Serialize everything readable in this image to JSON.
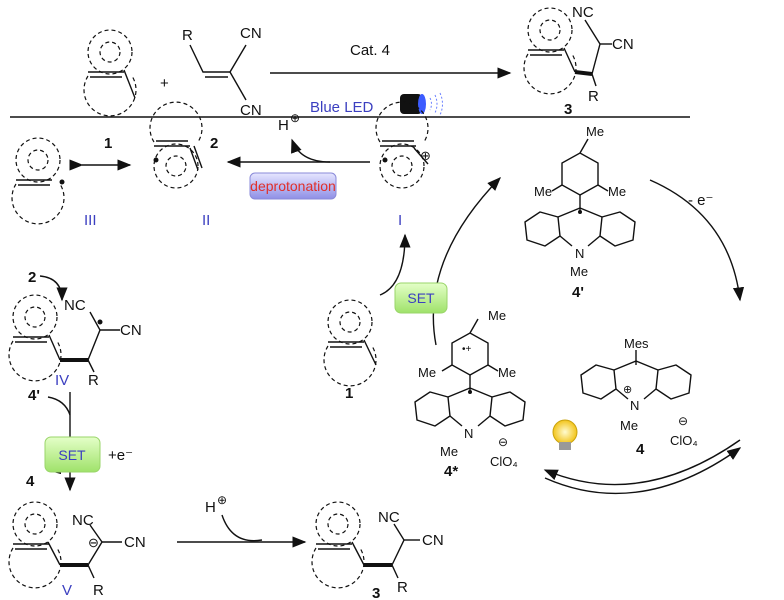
{
  "scheme": {
    "top": {
      "compound_1": "1",
      "plus": "+",
      "compound_2": "2",
      "compound_3": "3",
      "r_2": "R",
      "cn_2a": "CN",
      "cn_2b": "CN",
      "catalyst": "Cat. 4",
      "light": "Blue LED",
      "nc_3": "NC",
      "cn_3": "CN",
      "r_3": "R"
    },
    "cycle": {
      "int_III": "III",
      "int_II": "II",
      "int_I": "I",
      "int_IV": "IV",
      "int_V": "V",
      "proton_1": "H",
      "proton_2": "H",
      "plus_sym": "⊕",
      "minus_sym": "⊖",
      "deprotonation": "deprotonation",
      "set_1": "SET",
      "set_2": "SET",
      "reagent_2": "2",
      "nc_IV": "NC",
      "cn_IV": "CN",
      "r_IV": "R",
      "cat_4prime_left": "4'",
      "cat_4_left": "4",
      "plus_e": "+e⁻",
      "nc_V": "NC",
      "cn_V": "CN",
      "r_V": "R",
      "nc_3b": "NC",
      "cn_3b": "CN",
      "r_3b": "R",
      "compound_3b": "3",
      "compound_1b": "1",
      "me_top_4p": "Me",
      "me_left_4p": "Me",
      "me_right_4p": "Me",
      "n_4p": "N",
      "nme_4p": "Me",
      "label_4p": "4'",
      "minus_e": "- e⁻",
      "mes_4": "Mes",
      "n_4": "N",
      "nme_4": "Me",
      "label_4": "4",
      "clo4_4": "ClO₄",
      "me_top_4s": "Me",
      "me_left_4s": "Me",
      "me_right_4s": "Me",
      "n_4s": "N",
      "nme_4s": "Me",
      "label_4s": "4*",
      "clo4_4s": "ClO₄"
    }
  },
  "colors": {
    "label_blue": "#3b3fc0",
    "deprotonation_text": "#e0302a",
    "set_box": "#b8ef8a",
    "deprot_box": "#a8a8ee"
  }
}
